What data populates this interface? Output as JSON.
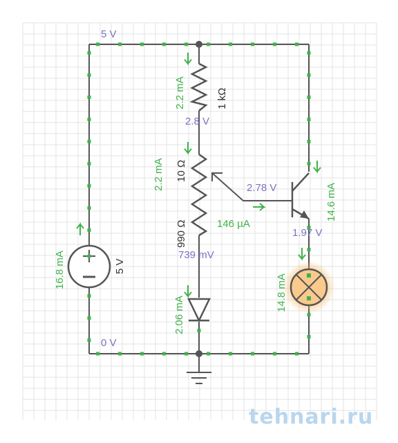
{
  "colors": {
    "wire": "#555555",
    "current": "#3fb24a",
    "voltage_label": "#7b72c4",
    "value_label": "#333333",
    "grid": "#e3e3e3",
    "lamp_glow": "#f7b35a",
    "watermark": "#b9d6ee"
  },
  "node_labels": {
    "top_rail": "5 V",
    "bottom_rail": "0 V",
    "divider_node": "2.8 V",
    "base_node": "2.78 V",
    "emitter_node": "1.97 V",
    "diode_node": "739 mV"
  },
  "components": {
    "r1_value": "1 kΩ",
    "pot_top_value": "10 Ω",
    "pot_bottom_value": "990 Ω",
    "source_value": "5 V",
    "r1_icon": "resistor-icon",
    "pot_icon": "potentiometer-icon",
    "diode_icon": "diode-icon",
    "transistor_icon": "npn-transistor-icon",
    "lamp_icon": "lamp-icon",
    "source_icon": "voltage-source-icon",
    "ground_icon": "ground-icon"
  },
  "currents": {
    "r1": "2.2 mA",
    "pot": "2.2 mA",
    "base": "146 µA",
    "collector": "14.6 mA",
    "lamp": "14.8 mA",
    "source": "16.8 mA",
    "diode": "2.06 mA"
  },
  "watermark": "tehnari.ru"
}
